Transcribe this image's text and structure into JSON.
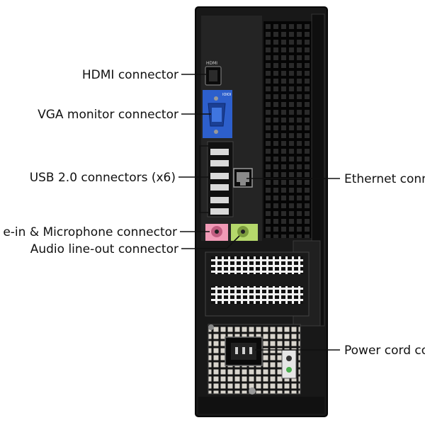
{
  "labels": {
    "hdmi": "HDMI connector",
    "vga": "VGA monitor connector",
    "usb": "USB 2.0 connectors (x6)",
    "ethernet": "Ethernet conn",
    "line_in": "e-in & Microphone connector",
    "line_out": "Audio line-out connector",
    "power": "Power cord co"
  },
  "port_marks": {
    "hdmi": "HDMI",
    "vga": "IOIOI"
  },
  "colors": {
    "chassis": "#1c1c1c",
    "vga_plate": "#2d5fcc",
    "line_in_jack": "#f19ab6",
    "line_out_jack": "#b5d86b",
    "usb_port": "#d9d9d9",
    "leader_line": "#111111"
  }
}
